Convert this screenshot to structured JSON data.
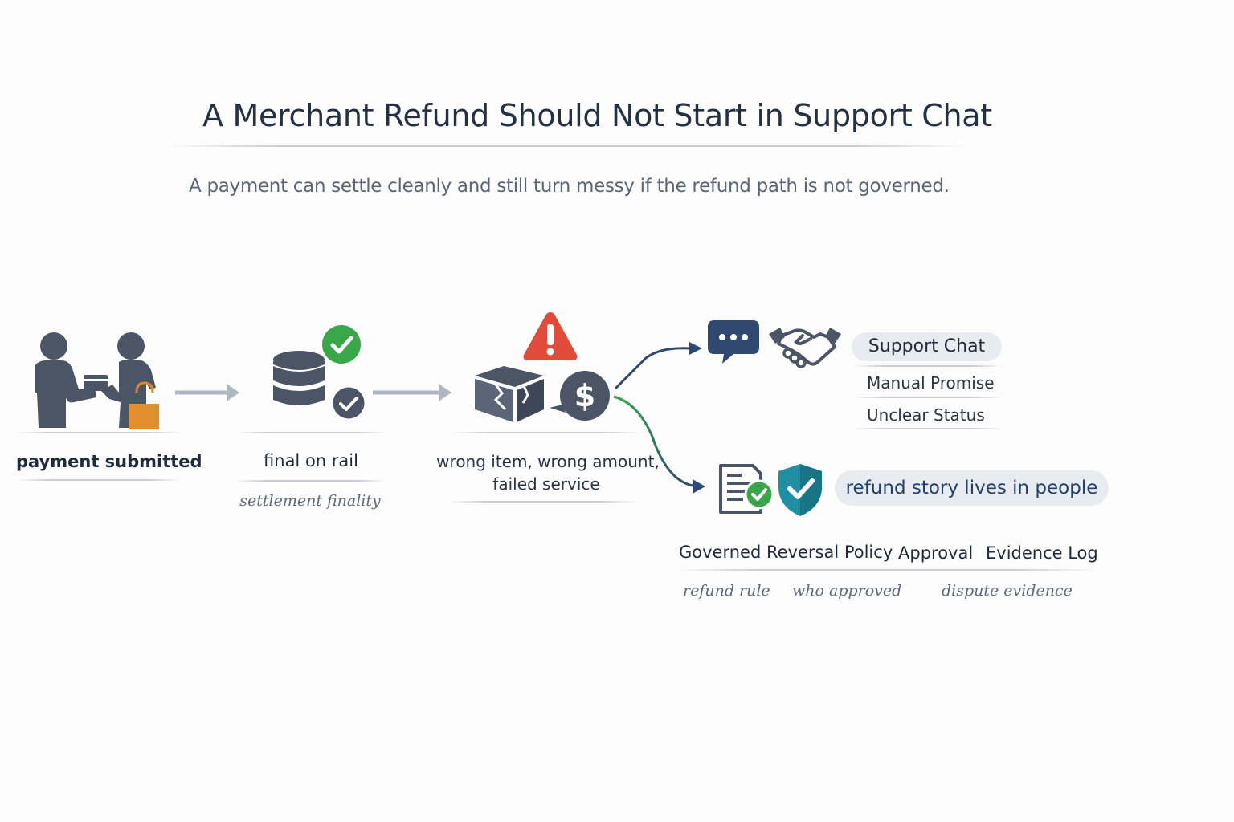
{
  "header": {
    "title": "A Merchant Refund Should Not Start in Support Chat",
    "subtitle": "A payment can settle cleanly and still turn messy if the refund path is not governed."
  },
  "steps": {
    "payment": {
      "label": "payment submitted"
    },
    "final": {
      "label": "final on rail",
      "sublabel": "settlement finality"
    },
    "issue": {
      "label_line1": "wrong item, wrong amount,",
      "label_line2": "failed service"
    }
  },
  "upper_path": {
    "pill": "Support Chat",
    "items": [
      "Manual Promise",
      "Unclear Status"
    ]
  },
  "lower_path": {
    "pill": "refund story lives in people",
    "columns": [
      {
        "head": "Governed Reversal Policy",
        "note": "refund rule"
      },
      {
        "head": "Approval",
        "note": "who approved"
      },
      {
        "head": "Evidence Log",
        "note": "dispute evidence"
      }
    ]
  },
  "colors": {
    "navy": "#2f4a72",
    "slate": "#4b5566",
    "green_check": "#3aa64a",
    "warning_red": "#e04b3a",
    "shield_teal": "#1f8fa3",
    "bag_orange": "#e0902e",
    "pill_bg": "#e8ebef"
  },
  "icons": [
    "people-exchange-icon",
    "database-icon",
    "check-badge-icon",
    "warning-icon",
    "broken-box-icon",
    "dollar-icon",
    "chat-bubble-icon",
    "handshake-icon",
    "document-check-icon",
    "shield-check-icon"
  ]
}
